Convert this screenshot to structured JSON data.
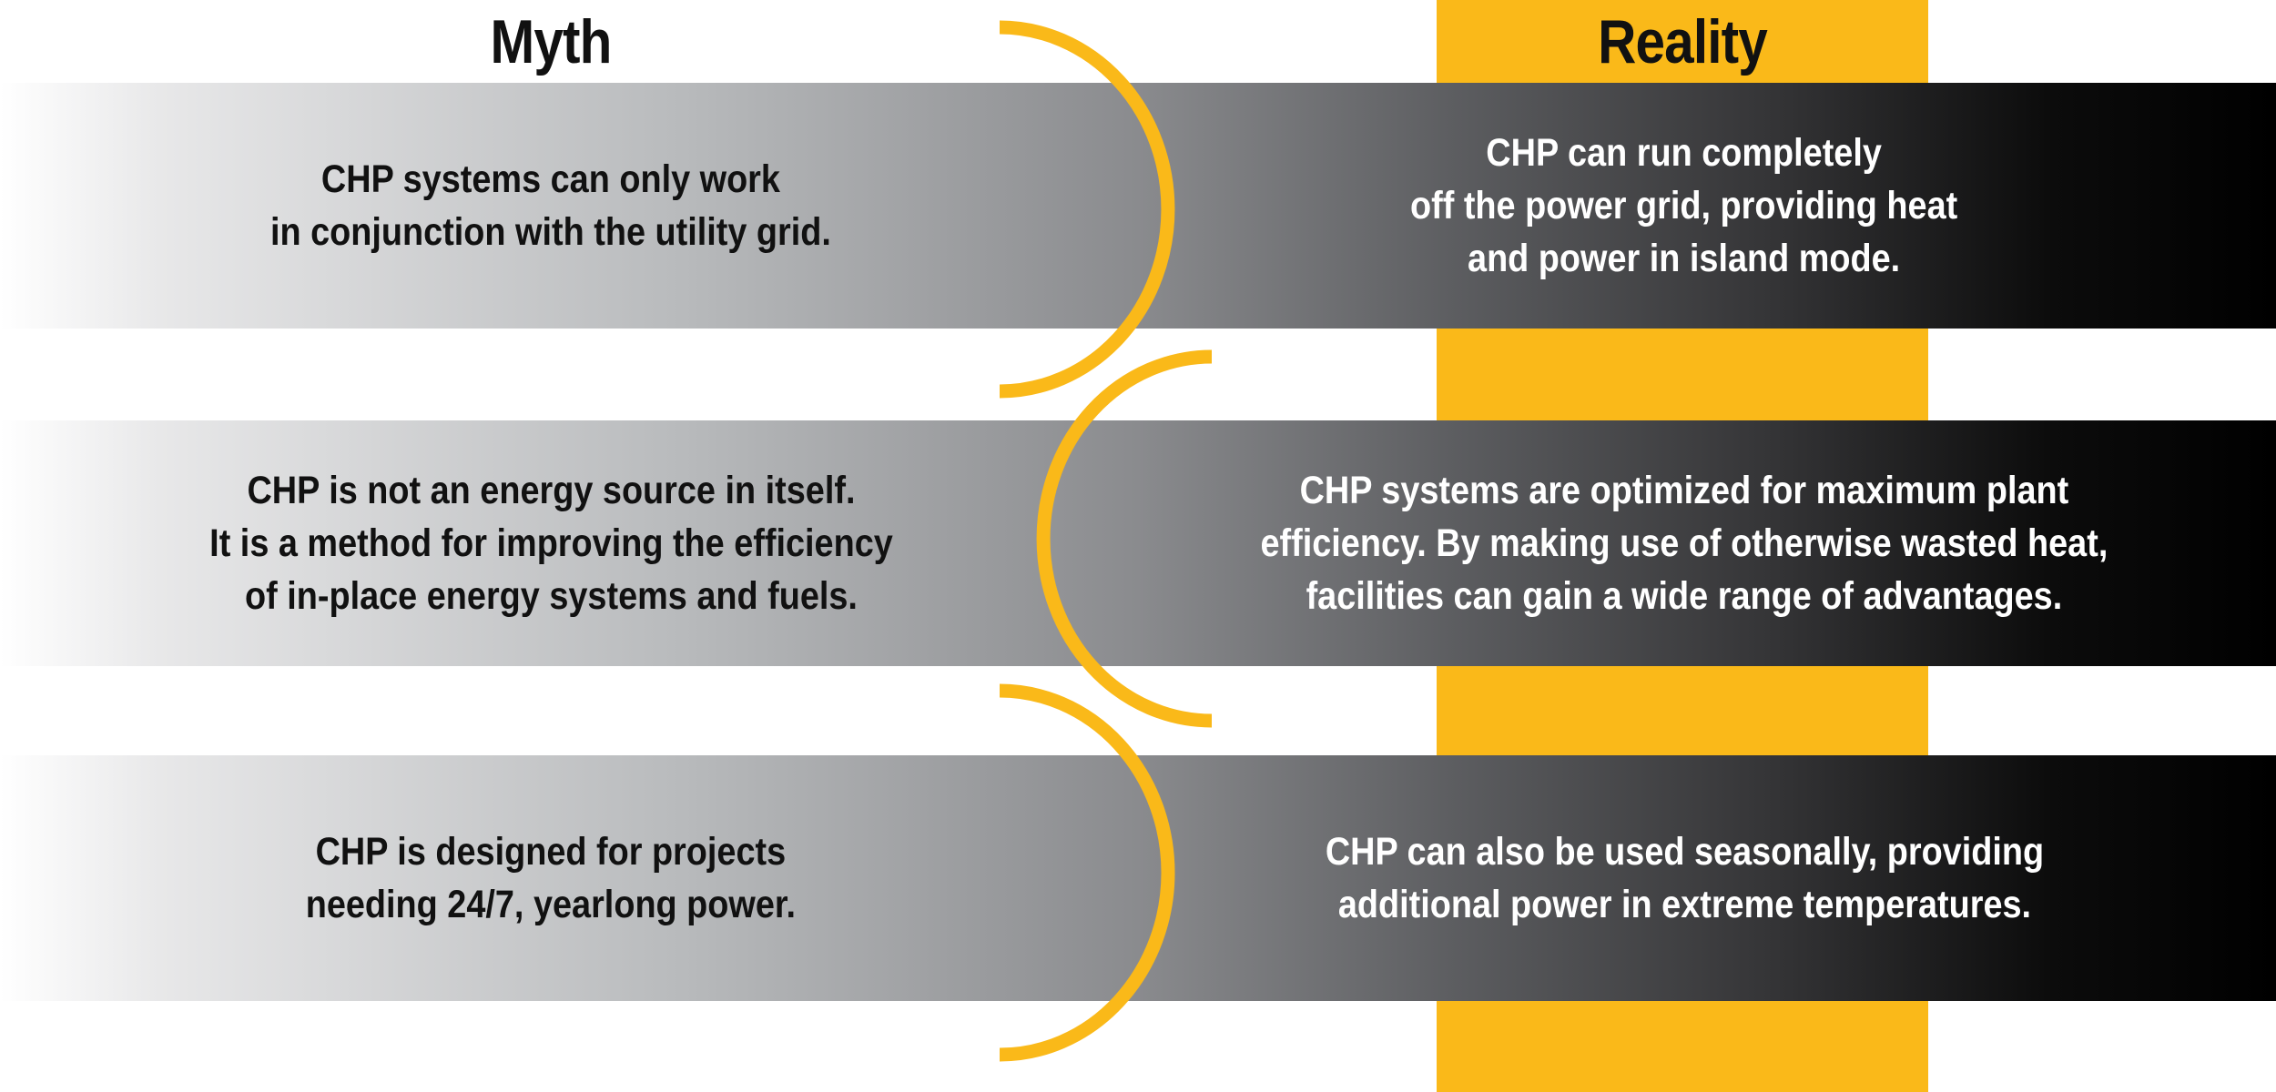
{
  "headers": {
    "myth": "Myth",
    "reality": "Reality"
  },
  "rows": [
    {
      "myth": "CHP systems can only work\nin conjunction with the utility grid.",
      "reality": "CHP can run completely\noff the power grid, providing heat\nand power in island mode."
    },
    {
      "myth": "CHP is not an energy source in itself.\nIt is a method for improving the efficiency\nof in-place energy systems and fuels.",
      "reality": "CHP systems are optimized for maximum plant\nefficiency. By making use of otherwise wasted heat,\nfacilities can gain a wide range of advantages."
    },
    {
      "myth": "CHP is designed for projects\nneeding 24/7, yearlong power.",
      "reality": "CHP can also be used seasonally, providing\nadditional power in extreme temperatures."
    }
  ],
  "colors": {
    "accent": "#fab919",
    "band_dark": "#000000",
    "band_light": "#ffffff",
    "myth_text": "#111111",
    "reality_text": "#ffffff"
  }
}
